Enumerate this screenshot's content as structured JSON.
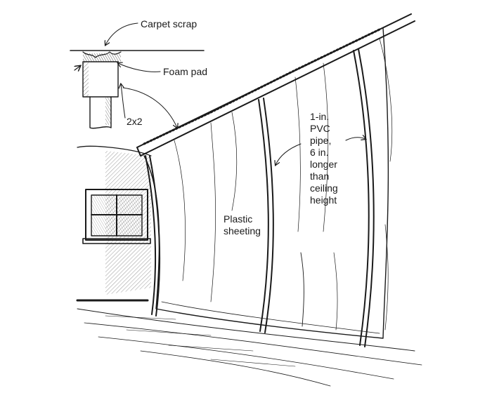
{
  "labels": {
    "carpet_scrap": "Carpet scrap",
    "foam_pad": "Foam pad",
    "two_by_two": "2x2",
    "plastic_sheeting": [
      "Plastic",
      "sheeting"
    ],
    "pvc_pipe": [
      "1-in.",
      "PVC",
      "pipe,",
      "6 in.",
      "longer",
      "than",
      "ceiling",
      "height"
    ]
  },
  "colors": {
    "ink": "#1a1a1a",
    "paper": "#ffffff"
  },
  "icons": [
    "arrow-icon"
  ]
}
